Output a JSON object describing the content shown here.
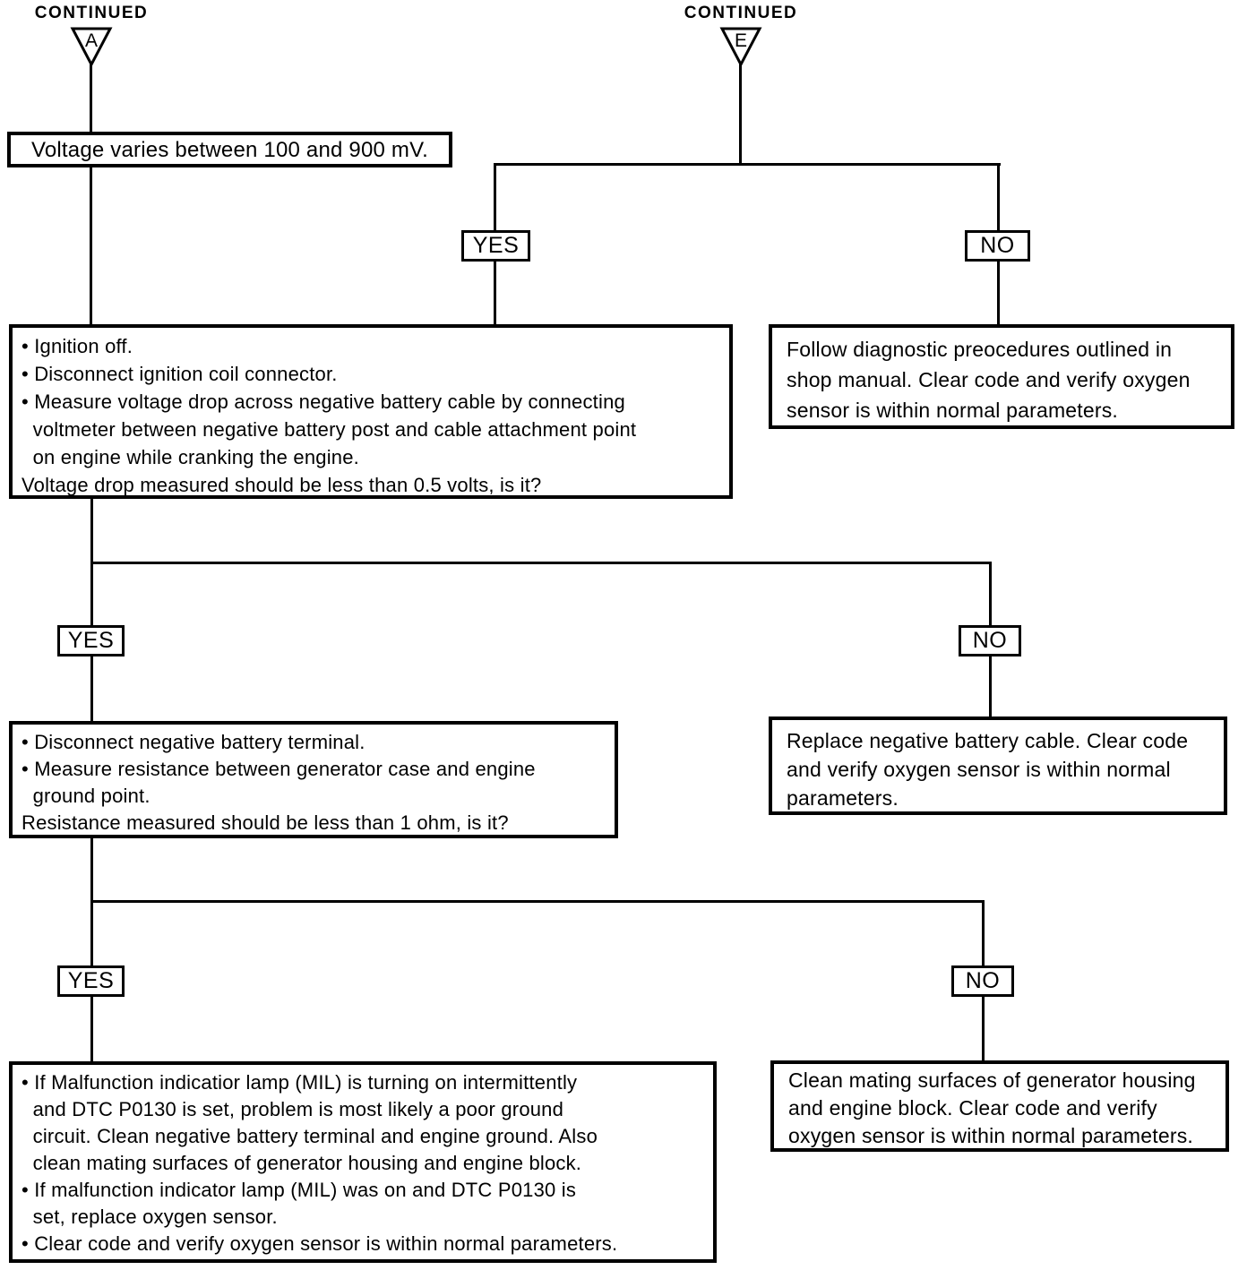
{
  "connectors": {
    "a": {
      "label": "CONTINUED",
      "letter": "A"
    },
    "e": {
      "label": "CONTINUED",
      "letter": "E"
    }
  },
  "decisions": {
    "tier1_yes": "YES",
    "tier1_no": "NO",
    "tier2_yes": "YES",
    "tier2_no": "NO",
    "tier3_yes": "YES",
    "tier3_no": "NO"
  },
  "boxes": {
    "voltage_result": "Voltage varies between 100 and 900 mV.",
    "voltage_drop_test": "• Ignition off.\n• Disconnect ignition coil connector.\n• Measure voltage drop across negative battery cable by connecting\n  voltmeter between negative battery post and cable attachment point\n  on engine while cranking the engine.\nVoltage drop measured should be less than 0.5 volts, is it?",
    "follow_shop_manual": "Follow diagnostic preocedures outlined in\nshop manual. Clear code and verify oxygen\nsensor is within normal parameters.",
    "resistance_test": "• Disconnect negative battery terminal.\n• Measure resistance between generator case and engine\n  ground point.\nResistance measured should be less than 1 ohm, is it?",
    "replace_cable": "Replace negative battery cable. Clear code\nand verify oxygen sensor is within normal\nparameters.",
    "mil_diagnosis": "• If Malfunction indicatior lamp (MIL) is turning on intermittently\n  and DTC P0130 is set, problem is most likely a poor ground\n  circuit. Clean negative battery terminal and engine ground. Also\n  clean mating surfaces of generator housing and engine block.\n• If malfunction indicator lamp (MIL) was on and DTC P0130 is\n  set, replace oxygen sensor.\n• Clear code and verify oxygen sensor is within normal parameters.",
    "clean_surfaces": "Clean mating surfaces of generator housing\nand engine block. Clear code and verify\noxygen sensor is within normal parameters."
  }
}
